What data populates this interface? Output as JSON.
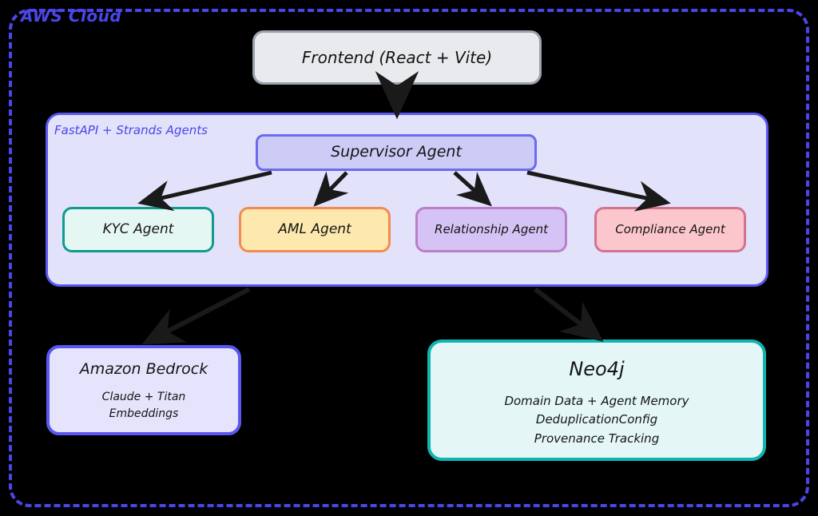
{
  "diagram": {
    "cloud": {
      "label": "AWS Cloud",
      "border_color": "#4a46e8",
      "style": "dashed"
    },
    "frontend": {
      "label": "Frontend (React + Vite)",
      "fill": "#e9eaee",
      "border": "#9aa0ad"
    },
    "backend_container": {
      "label": "FastAPI + Strands Agents",
      "fill": "#e3e2fb",
      "border": "#5a57f0",
      "label_color": "#4a46e8"
    },
    "supervisor": {
      "label": "Supervisor Agent",
      "fill": "#ccccf7",
      "border": "#6c6aee"
    },
    "agents": [
      {
        "label": "KYC Agent",
        "fill": "#e5f7f3",
        "border": "#0f9b8e"
      },
      {
        "label": "AML Agent",
        "fill": "#fde9ad",
        "border": "#f28b50"
      },
      {
        "label": "Relationship Agent",
        "fill": "#d5c3f5",
        "border": "#bb7ec9"
      },
      {
        "label": "Compliance Agent",
        "fill": "#fbc7cc",
        "border": "#d4728f"
      }
    ],
    "stores": [
      {
        "title": "Amazon Bedrock",
        "lines": [
          "Claude + Titan",
          "Embeddings"
        ],
        "fill": "#e6e4fc",
        "border": "#5a57f0"
      },
      {
        "title": "Neo4j",
        "lines": [
          "Domain Data + Agent Memory",
          "DeduplicationConfig",
          "Provenance Tracking"
        ],
        "fill": "#e4f7f6",
        "border": "#0fb5b0"
      }
    ],
    "connections": [
      {
        "from": "frontend",
        "to": "backend_container"
      },
      {
        "from": "supervisor",
        "to": "KYC Agent"
      },
      {
        "from": "supervisor",
        "to": "AML Agent"
      },
      {
        "from": "supervisor",
        "to": "Relationship Agent"
      },
      {
        "from": "supervisor",
        "to": "Compliance Agent"
      },
      {
        "from": "backend_container",
        "to": "Amazon Bedrock"
      },
      {
        "from": "backend_container",
        "to": "Neo4j"
      }
    ],
    "arrow_color": "#1a1a1a"
  }
}
